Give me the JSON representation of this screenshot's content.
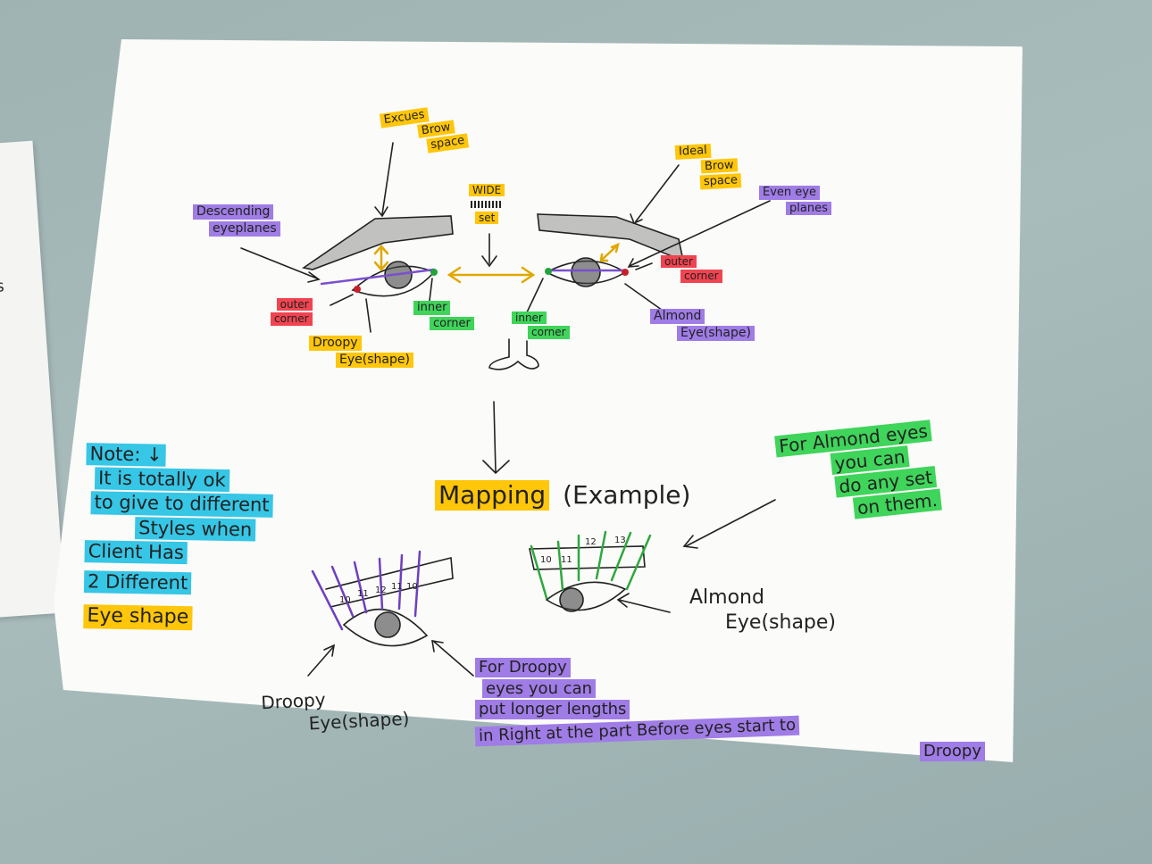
{
  "labels": {
    "excuse_brow_space": [
      "Excues",
      "Brow",
      "space"
    ],
    "ideal_brow_space": [
      "Ideal",
      "Brow",
      "space"
    ],
    "wide_set": [
      "WIDE",
      "set"
    ],
    "descending_eyeplanes": [
      "Descending",
      "eyeplanes"
    ],
    "even_eye_planes": [
      "Even eye",
      "planes"
    ],
    "outer_corner_left": [
      "outer",
      "corner"
    ],
    "outer_corner_right": [
      "outer",
      "corner"
    ],
    "inner_corner_left": [
      "inner",
      "corner"
    ],
    "inner_corner_right": [
      "inner",
      "corner"
    ],
    "droopy_eye_shape_top": [
      "Droopy",
      "Eye(shape)"
    ],
    "almond_eye_shape_top": [
      "Almond",
      "Eye(shape)"
    ],
    "mapping": "Mapping",
    "example": "(Example)",
    "note": [
      "Note: ↓",
      "It is totally ok",
      "to give to different",
      "Styles when",
      "Client Has",
      "2 Different",
      "Eye shape"
    ],
    "almond_note": [
      "For Almond eyes",
      "you can",
      "do any set",
      "on them."
    ],
    "droopy_note": [
      "For Droopy",
      "eyes you can",
      "put longer lengths",
      "in Right at the part Before eyes start to",
      "Droopy"
    ],
    "almond_eye_bottom": [
      "Almond",
      "Eye(shape)"
    ],
    "droopy_eye_bottom": [
      "Droopy",
      "Eye(shape)"
    ],
    "droopy_map_numbers": [
      "10",
      "11",
      "12",
      "11",
      "10"
    ],
    "almond_map_numbers": [
      "10",
      "11",
      "12",
      "13"
    ]
  },
  "colors": {
    "yellow": "#ffc60a",
    "purple": "#a07ce6",
    "red": "#f04450",
    "green": "#3fd45a",
    "cyan": "#36c6e6",
    "background": "#a5b8b8"
  }
}
